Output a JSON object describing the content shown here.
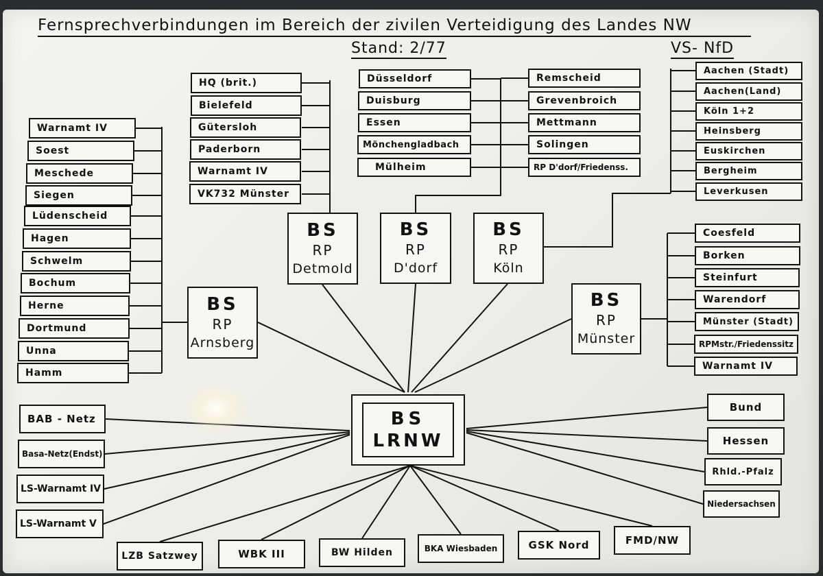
{
  "title": "Fernsprechverbindungen im Bereich der zivilen Verteidigung des Landes NW",
  "stand": "Stand: 2/77",
  "classification": "VS- NfD",
  "hubs": {
    "arnsberg": {
      "bs": "BS",
      "rp": "RP",
      "name": "Arnsberg"
    },
    "detmold": {
      "bs": "BS",
      "rp": "RP",
      "name": "Detmold"
    },
    "ddorf": {
      "bs": "BS",
      "rp": "RP",
      "name": "D'dorf"
    },
    "koeln": {
      "bs": "BS",
      "rp": "RP",
      "name": "Köln"
    },
    "muenster": {
      "bs": "BS",
      "rp": "RP",
      "name": "Münster"
    },
    "lrnw": {
      "bs": "BS",
      "name": "LRNW"
    }
  },
  "arnsberg_list": [
    "Warnamt IV",
    "Soest",
    "Meschede",
    "Siegen",
    "Lüdenscheid",
    "Hagen",
    "Schwelm",
    "Bochum",
    "Herne",
    "Dortmund",
    "Unna",
    "Hamm"
  ],
  "detmold_list": [
    "HQ (brit.)",
    "Bielefeld",
    "Gütersloh",
    "Paderborn",
    "Warnamt IV",
    "VK732 Münster"
  ],
  "ddorf_left_list": [
    "Düsseldorf",
    "Duisburg",
    "Essen",
    "Mönchengladbach",
    "Mülheim"
  ],
  "ddorf_right_list": [
    "Remscheid",
    "Grevenbroich",
    "Mettmann",
    "Solingen",
    "RP D'dorf/Friedenss."
  ],
  "koeln_list": [
    "Aachen (Stadt)",
    "Aachen(Land)",
    "Köln 1+2",
    "Heinsberg",
    "Euskirchen",
    "Bergheim",
    "Leverkusen"
  ],
  "muenster_list": [
    "Coesfeld",
    "Borken",
    "Steinfurt",
    "Warendorf",
    "Münster (Stadt)",
    "RPMstr./Friedenssitz",
    "Warnamt IV"
  ],
  "lrnw_left": [
    "BAB - Netz",
    "Basa-Netz(Endst)",
    "LS-Warnamt IV",
    "LS-Warnamt V"
  ],
  "lrnw_bottom": [
    "LZB Satzwey",
    "WBK III",
    "BW Hilden",
    "BKA Wiesbaden",
    "GSK Nord",
    "FMD/NW"
  ],
  "lrnw_right": [
    "Bund",
    "Hessen",
    "Rhld.-Pfalz",
    "Niedersachsen"
  ]
}
